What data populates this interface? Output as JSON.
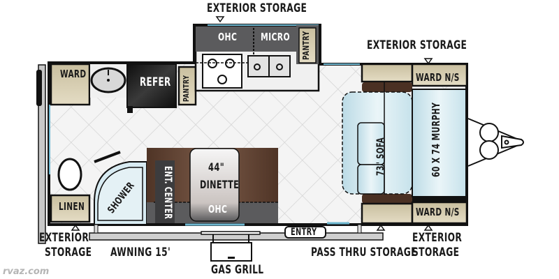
{
  "plan": {
    "watermark": "rvaz.com",
    "colors": {
      "wall": "#111111",
      "floor": "#f3f3f3",
      "tile_line": "#d6d6d6",
      "cabinet_tan": "#cfc6a8",
      "cabinet_dark": "#5b5b5d",
      "refer": "#1c1c1c",
      "wood_brown": "#6b4c3b",
      "bed_blue": "#cfe6ee",
      "text_dark": "#1a1a1a",
      "text_light": "#ffffff"
    },
    "rooms": {
      "ward_front": "WARD",
      "refer": "REFER",
      "pantry_small": "PANTRY",
      "ohc_kitchen": "OHC",
      "micro": "MICRO",
      "pantry_kitchen": "PANTRY",
      "ward_ns_top": "WARD N/S",
      "ward_ns_bottom": "WARD N/S",
      "sofa": "73\" SOFA",
      "murphy": "60 X 74 MURPHY",
      "dinette_size": "44\"",
      "dinette": "DINETTE",
      "ohc_dinette": "OHC",
      "ent_center": "ENT. CENTER",
      "shower": "SHOWER",
      "linen": "LINEN",
      "entry": "ENTRY"
    },
    "callouts": {
      "exterior_storage_top": "EXTERIOR STORAGE",
      "exterior_storage_right_top": "EXTERIOR STORAGE",
      "exterior_storage_left_bottom_1": "EXTERIOR",
      "exterior_storage_left_bottom_2": "STORAGE",
      "exterior_storage_right_bottom_1": "EXTERIOR",
      "exterior_storage_right_bottom_2": "STORAGE",
      "awning": "AWNING 15'",
      "gas_grill": "GAS GRILL",
      "pass_thru_storage": "PASS THRU STORAGE"
    }
  }
}
